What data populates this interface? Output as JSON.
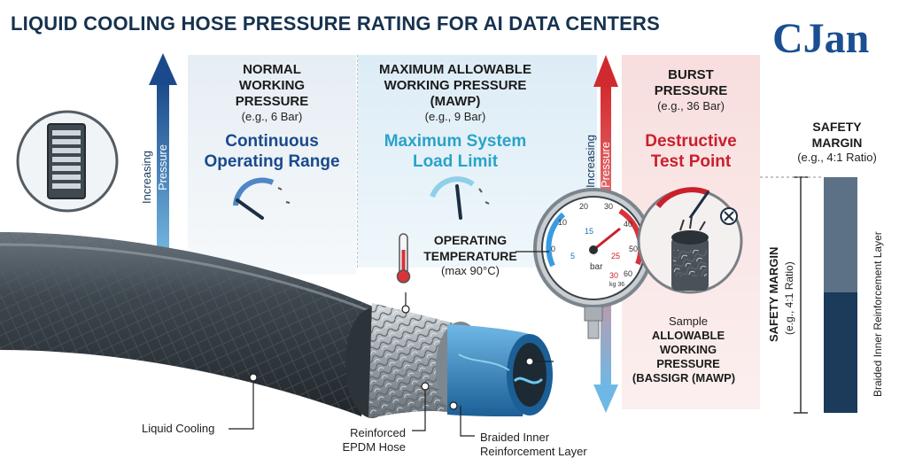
{
  "title": "LIQUID COOLING HOSE PRESSURE RATING FOR AI DATA CENTERS",
  "logo": "CJan",
  "axis": {
    "increasing": "Increasing",
    "pressure": "Pressure"
  },
  "normal": {
    "line1": "NORMAL",
    "line2": "WORKING",
    "line3": "PRESSURE",
    "example": "(e.g., 6 Bar)",
    "desc1": "Continuous",
    "desc2": "Operating Range"
  },
  "mawp": {
    "line1": "MAXIMUM ALLOWABLE",
    "line2": "WORKING PRESSURE",
    "line3": "(MAWP)",
    "example": "(e.g., 9 Bar)",
    "desc1": "Maximum System",
    "desc2": "Load Limit"
  },
  "burst": {
    "line1": "BURST",
    "line2": "PRESSURE",
    "example": "(e.g., 36 Bar)",
    "desc1": "Destructive",
    "desc2": "Test Point"
  },
  "temperature": {
    "line1": "OPERATING",
    "line2": "TEMPERATURE",
    "note": "(max 90°C)"
  },
  "gauge": {
    "unit": "bar",
    "ticks_outer": [
      "0",
      "10",
      "20",
      "30",
      "40",
      "50",
      "60"
    ],
    "ticks_inner": [
      "5",
      "15",
      "25",
      "30"
    ],
    "small": "kg 36"
  },
  "sample": {
    "line1": "Sample",
    "line2": "ALLOWABLE",
    "line3": "WORKING",
    "line4": "PRESSURE",
    "line5": "(BASSIGR (MAWP)"
  },
  "safety": {
    "line1": "SAFETY",
    "line2": "MARGIN",
    "ratio": "(e.g., 4:1 Ratio)",
    "vertical": "SAFETY MARGIN",
    "vertical_ratio": "(e.g., 4:1 Ratio)",
    "braided_vertical": "Braided Inner Reinforcement Layer"
  },
  "labels": {
    "liquid": "Liquid Cooling",
    "epdm1": "Reinforced",
    "epdm2": "EPDM Hose",
    "braid1": "Braided Inner",
    "braid2": "Reinforcement Layer"
  },
  "colors": {
    "navy": "#16324f",
    "blue": "#1a4a8c",
    "cyan": "#2aa3c9",
    "red": "#c9202c",
    "hose": "#3c464e"
  }
}
